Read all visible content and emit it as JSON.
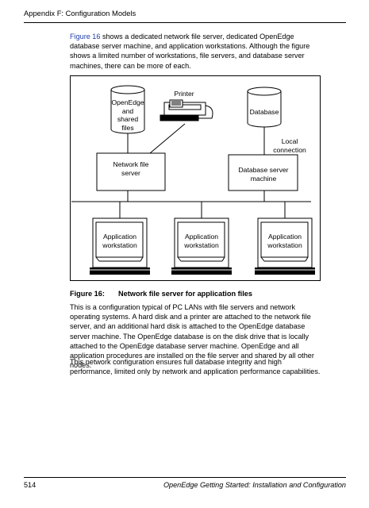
{
  "header": {
    "title": "Appendix F: Configuration Models"
  },
  "intro": {
    "link": "Figure 16",
    "text": " shows a dedicated network file server, dedicated OpenEdge database server machine, and application workstations. Although the figure shows a limited number of workstations, file servers, and database server machines, there can be more of each."
  },
  "figure": {
    "openedge_disk": "OpenEdge and shared files",
    "printer": "Printer",
    "database": "Database",
    "local_connection": "Local connection",
    "file_server": "Network file server",
    "db_server": "Database server machine",
    "workstation_1": "Application workstation",
    "workstation_2": "Application workstation",
    "workstation_3": "Application workstation"
  },
  "caption": {
    "number": "Figure 16:",
    "title": "Network file server for application files"
  },
  "body": {
    "para1": "This is a configuration typical of PC LANs with file servers and network operating systems. A hard disk and a printer are attached to the network file server, and an additional hard disk is attached to the OpenEdge database server machine. The OpenEdge database is on the disk drive that is locally attached to the OpenEdge database server machine. OpenEdge and all application procedures are installed on the file server and shared by all other nodes.",
    "para2": "This network configuration ensures full database integrity and high performance, limited only by network and application performance capabilities."
  },
  "footer": {
    "page_number": "514",
    "book_title": "OpenEdge Getting Started: Installation and Configuration"
  }
}
